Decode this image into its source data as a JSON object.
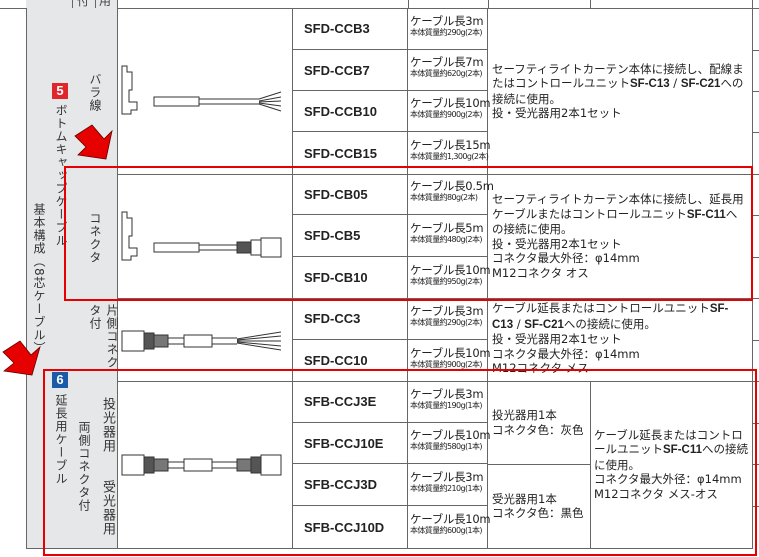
{
  "header_fragments": [
    "付",
    "用"
  ],
  "left_category": "基本構成（8芯ケーブル）",
  "sections": [
    {
      "badge": "5",
      "badge_color": "#e0262d",
      "title": "ボトムキャップケーブル",
      "groups": [
        {
          "label": "バラ線",
          "image": "cable-bare-wire",
          "desc": [
            "セーフティライトカーテン本体に接続し、配線またはコントロールユニット",
            "SF-C13",
            " / ",
            "SF-C21",
            "への接続に使用。",
            "投・受光器用2本1セット"
          ],
          "rows": [
            {
              "model": "SFD-CCB3",
              "length": "ケーブル長3m",
              "mass": "本体質量約290g(2本)"
            },
            {
              "model": "SFD-CCB7",
              "length": "ケーブル長7m",
              "mass": "本体質量約620g(2本)"
            },
            {
              "model": "SFD-CCB10",
              "length": "ケーブル長10m",
              "mass": "本体質量約900g(2本)"
            },
            {
              "model": "SFD-CCB15",
              "length": "ケーブル長15m",
              "mass": "本体質量約1,300g(2本)"
            }
          ]
        },
        {
          "label": "コネクタ",
          "image": "cable-connector",
          "desc": [
            "セーフティライトカーテン本体に接続し、延長用ケーブルまたはコントロールユニット",
            "SF-C11",
            "への接続に使用。",
            "投・受光器用2本1セット",
            "コネクタ最大外径：φ14mm",
            "M12コネクタ オス"
          ],
          "rows": [
            {
              "model": "SFD-CB05",
              "length": "ケーブル長0.5m",
              "mass": "本体質量約80g(2本)"
            },
            {
              "model": "SFD-CB5",
              "length": "ケーブル長5m",
              "mass": "本体質量約480g(2本)"
            },
            {
              "model": "SFD-CB10",
              "length": "ケーブル長10m",
              "mass": "本体質量約950g(2本)"
            }
          ]
        },
        {
          "label": "片側コネクタ付",
          "image": "cable-one-side-connector",
          "desc": [
            "ケーブル延長またはコントロールユニット",
            "SF-C13",
            " / ",
            "SF-C21",
            "への接続に使用。",
            "投・受光器用2本1セット",
            "コネクタ最大外径：φ14mm",
            "M12コネクタ メス"
          ],
          "rows": [
            {
              "model": "SFD-CC3",
              "length": "ケーブル長3m",
              "mass": "本体質量約290g(2本)"
            },
            {
              "model": "SFD-CC10",
              "length": "ケーブル長10m",
              "mass": "本体質量約900g(2本)"
            }
          ]
        }
      ]
    },
    {
      "badge": "6",
      "badge_color": "#1a5aa6",
      "title": "延長用ケーブル",
      "group_label": "両側コネクタ付",
      "image": "cable-both-side-connector",
      "desc": [
        "ケーブル延長またはコントロールユニット",
        "SF-C11",
        "への接続に使用。",
        "コネクタ最大外径：φ14mm",
        "M12コネクタ メス-オス"
      ],
      "subgroups": [
        {
          "label": "投光器用",
          "note": [
            "投光器用1本",
            "コネクタ色：灰色"
          ],
          "rows": [
            {
              "model": "SFB-CCJ3E",
              "length": "ケーブル長3m",
              "mass": "本体質量約190g(1本)"
            },
            {
              "model": "SFB-CCJ10E",
              "length": "ケーブル長10m",
              "mass": "本体質量約580g(1本)"
            }
          ]
        },
        {
          "label": "受光器用",
          "note": [
            "受光器用1本",
            "コネクタ色：黒色"
          ],
          "rows": [
            {
              "model": "SFB-CCJ3D",
              "length": "ケーブル長3m",
              "mass": "本体質量約210g(1本)"
            },
            {
              "model": "SFB-CCJ10D",
              "length": "ケーブル長10m",
              "mass": "本体質量約600g(1本)"
            }
          ]
        }
      ]
    }
  ],
  "annotations": {
    "highlight_color": "#e60000",
    "arrows": 2,
    "highlight_boxes": 2
  }
}
